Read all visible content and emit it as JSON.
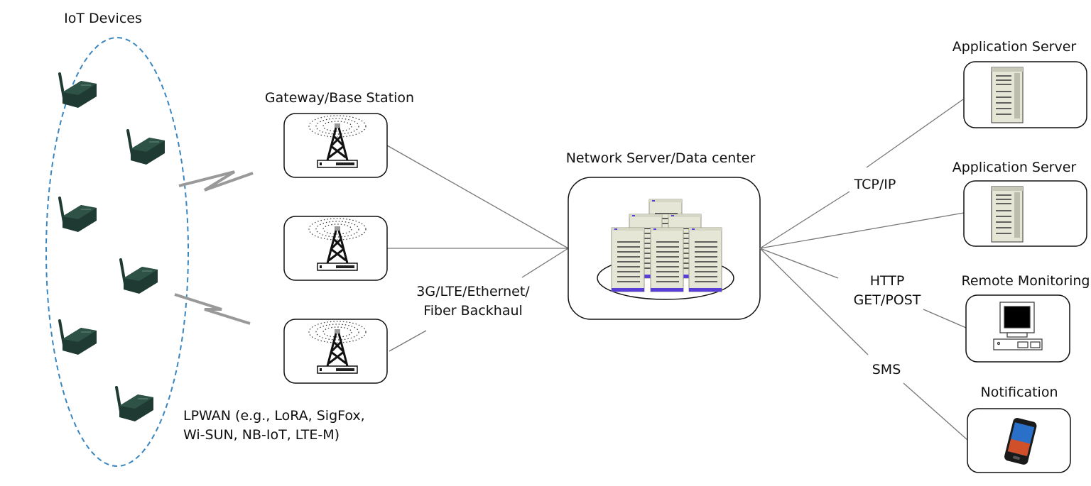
{
  "labels": {
    "iot_devices": "IoT Devices",
    "gateway": "Gateway/Base Station",
    "lpwan_line1": "LPWAN (e.g., LoRA, SigFox,",
    "lpwan_line2": "Wi-SUN, NB-IoT, LTE-M)",
    "backhaul_line1": "3G/LTE/Ethernet/",
    "backhaul_line2": "Fiber Backhaul",
    "network_server": "Network Server/Data center",
    "tcpip": "TCP/IP",
    "http_line1": "HTTP",
    "http_line2": "GET/POST",
    "sms": "SMS",
    "app_server_1": "Application Server",
    "app_server_2": "Application Server",
    "remote_monitoring": "Remote Monitoring",
    "notification": "Notification"
  },
  "icons": {
    "device": "iot-sensor-device-icon",
    "wireless": "lightning-link-icon",
    "gateway": "radio-tower-icon",
    "network_server": "server-cluster-icon",
    "app_server": "server-tower-icon",
    "monitoring": "desktop-computer-icon",
    "notification": "smartphone-icon"
  },
  "colors": {
    "ellipse": "#3a86c0",
    "device": "#1f3a32",
    "server_body": "#e6e6d6",
    "server_base": "#5a3ed8",
    "connector": "#777777"
  }
}
